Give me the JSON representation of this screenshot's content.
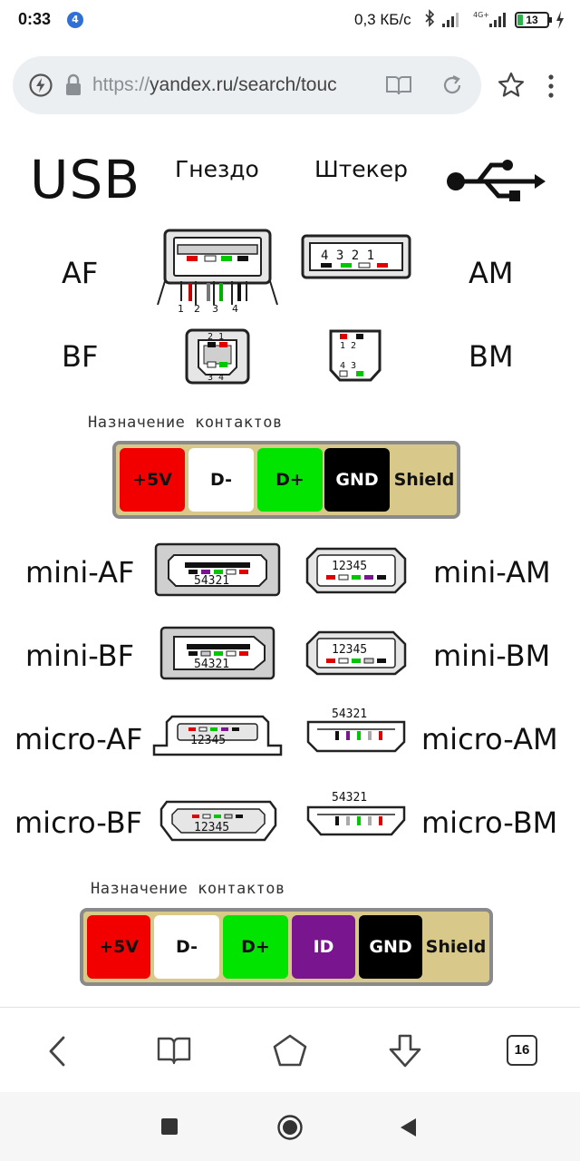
{
  "status_bar": {
    "time": "0:33",
    "app_badge": "4",
    "speed": "0,3 КБ/с",
    "network_type": "4G+",
    "battery_level": "13"
  },
  "url_bar": {
    "scheme": "https://",
    "url_rest": "yandex.ru/search/touc"
  },
  "diagram": {
    "title": "USB",
    "col_socket": "Гнездо",
    "col_plug": "Штекер",
    "af": "AF",
    "am": "AM",
    "bf": "BF",
    "bm": "BM",
    "af_pins": [
      "1",
      "2",
      "3",
      "4"
    ],
    "am_pins": "4 3 2 1",
    "bf_pins_top": "2 1",
    "bf_pins_bottom": "3 4",
    "bm_pins_top": "1 2",
    "bm_pins_bottom": "4 3",
    "caption1": "Назначение контактов",
    "pins1": [
      "+5V",
      "D-",
      "D+",
      "GND",
      "Shield"
    ],
    "mini_af": "mini-AF",
    "mini_am": "mini-AM",
    "mini_bf": "mini-BF",
    "mini_bm": "mini-BM",
    "micro_af": "micro-AF",
    "micro_am": "micro-AM",
    "micro_bf": "micro-BF",
    "micro_bm": "micro-BM",
    "pins_54321": "54321",
    "pins_12345": "12345",
    "caption2": "Назначение контактов",
    "pins2": [
      "+5V",
      "D-",
      "D+",
      "ID",
      "GND",
      "Shield"
    ]
  },
  "colors": {
    "red": "#f20000",
    "white": "#ffffff",
    "green": "#00e400",
    "purple": "#7a1590",
    "black": "#000000",
    "shield": "#d8c98a"
  },
  "browser_nav": {
    "tabs_count": "16"
  }
}
